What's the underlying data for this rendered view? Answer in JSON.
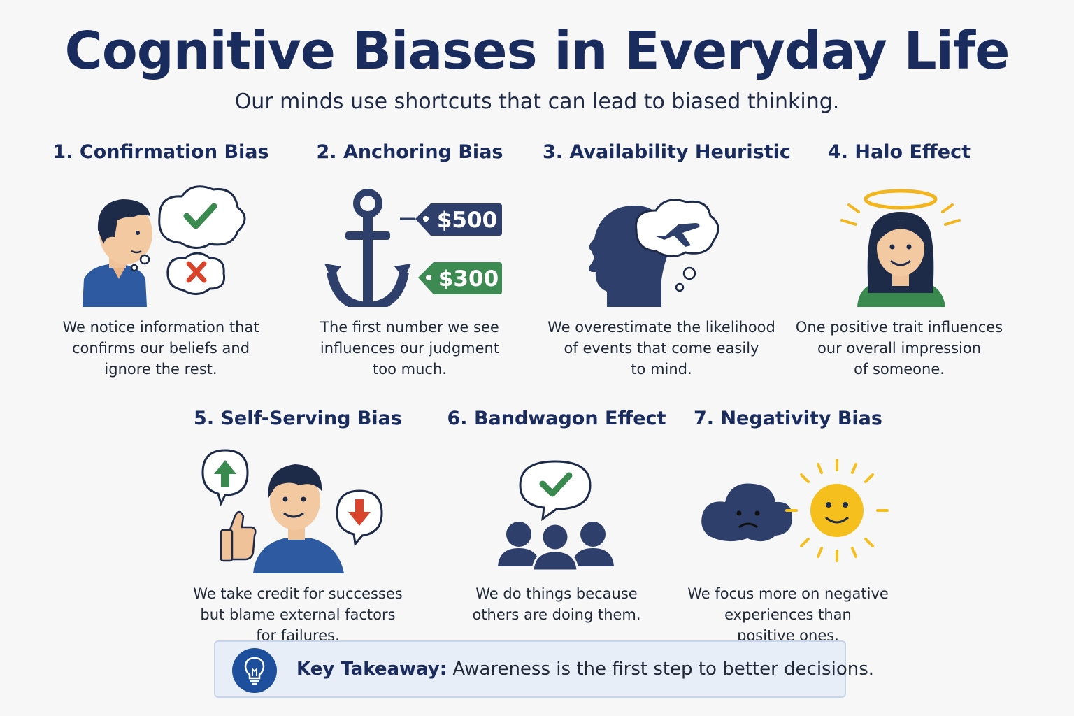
{
  "title": "Cognitive Biases in Everyday Life",
  "subtitle": "Our minds use shortcuts that can lead to biased thinking.",
  "biases": [
    {
      "title": "1. Confirmation Bias",
      "desc": [
        "We notice information that",
        "confirms our beliefs and",
        "ignore the rest."
      ]
    },
    {
      "title": "2. Anchoring Bias",
      "desc": [
        "The first number we see",
        "influences our judgment",
        "too much."
      ],
      "tags": [
        "$500",
        "$300"
      ]
    },
    {
      "title": "3. Availability Heuristic",
      "desc": [
        "We overestimate the likelihood",
        "of events that come easily",
        "to mind."
      ]
    },
    {
      "title": "4. Halo Effect",
      "desc": [
        "One positive trait influences",
        "our overall impression",
        "of someone."
      ]
    },
    {
      "title": "5. Self-Serving Bias",
      "desc": [
        "We take credit for successes",
        "but blame external factors",
        "for failures."
      ]
    },
    {
      "title": "6. Bandwagon Effect",
      "desc": [
        "We do things because",
        "others are doing them."
      ]
    },
    {
      "title": "7. Negativity Bias",
      "desc": [
        "We focus more on negative",
        "experiences than",
        "positive ones."
      ]
    }
  ],
  "takeaway": {
    "label": "Key Takeaway:",
    "text": "Awareness is the first step to better decisions.",
    "icon": "lightbulb-icon"
  },
  "colors": {
    "navy": "#1a2b5e",
    "slate": "#34456b",
    "green": "#3a8a4f",
    "red": "#d9442c",
    "gold": "#f2b51d",
    "blue_shirt": "#2d5aa0"
  }
}
